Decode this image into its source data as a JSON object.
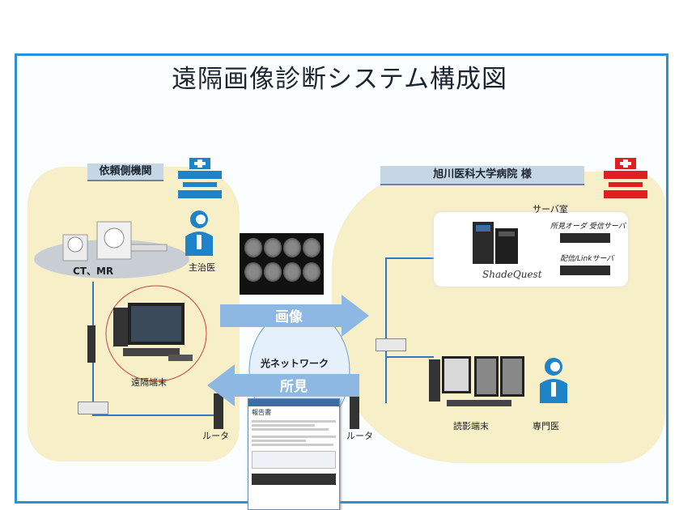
{
  "title": "遠隔画像診断システム構成図",
  "left_site": {
    "header": "依頼側機関",
    "modality_label": "CT、MR",
    "doctor_label": "主治医",
    "terminal_label": "遠隔端末",
    "router_label": "ルータ"
  },
  "right_site": {
    "header": "旭川医科大学病院 様",
    "server_room_label": "サーバ室",
    "server1_label": "所見オーダ 受信サーバ",
    "server2_label": "配信/Linkサーバ",
    "logo_text": "ShadeQuest",
    "terminal_label": "読影端末",
    "doctor_label": "専門医",
    "router_label": "ルータ"
  },
  "network": {
    "label": "光ネットワーク",
    "arrow_images": "画像",
    "arrow_findings": "所見"
  },
  "report_window": {
    "heading": "報告書"
  },
  "colors": {
    "frame": "#2e8fd6",
    "blob": "#f7efc8",
    "arrow": "#8db8e4",
    "hospital_left": "#1e83c8",
    "hospital_right": "#e02020"
  }
}
